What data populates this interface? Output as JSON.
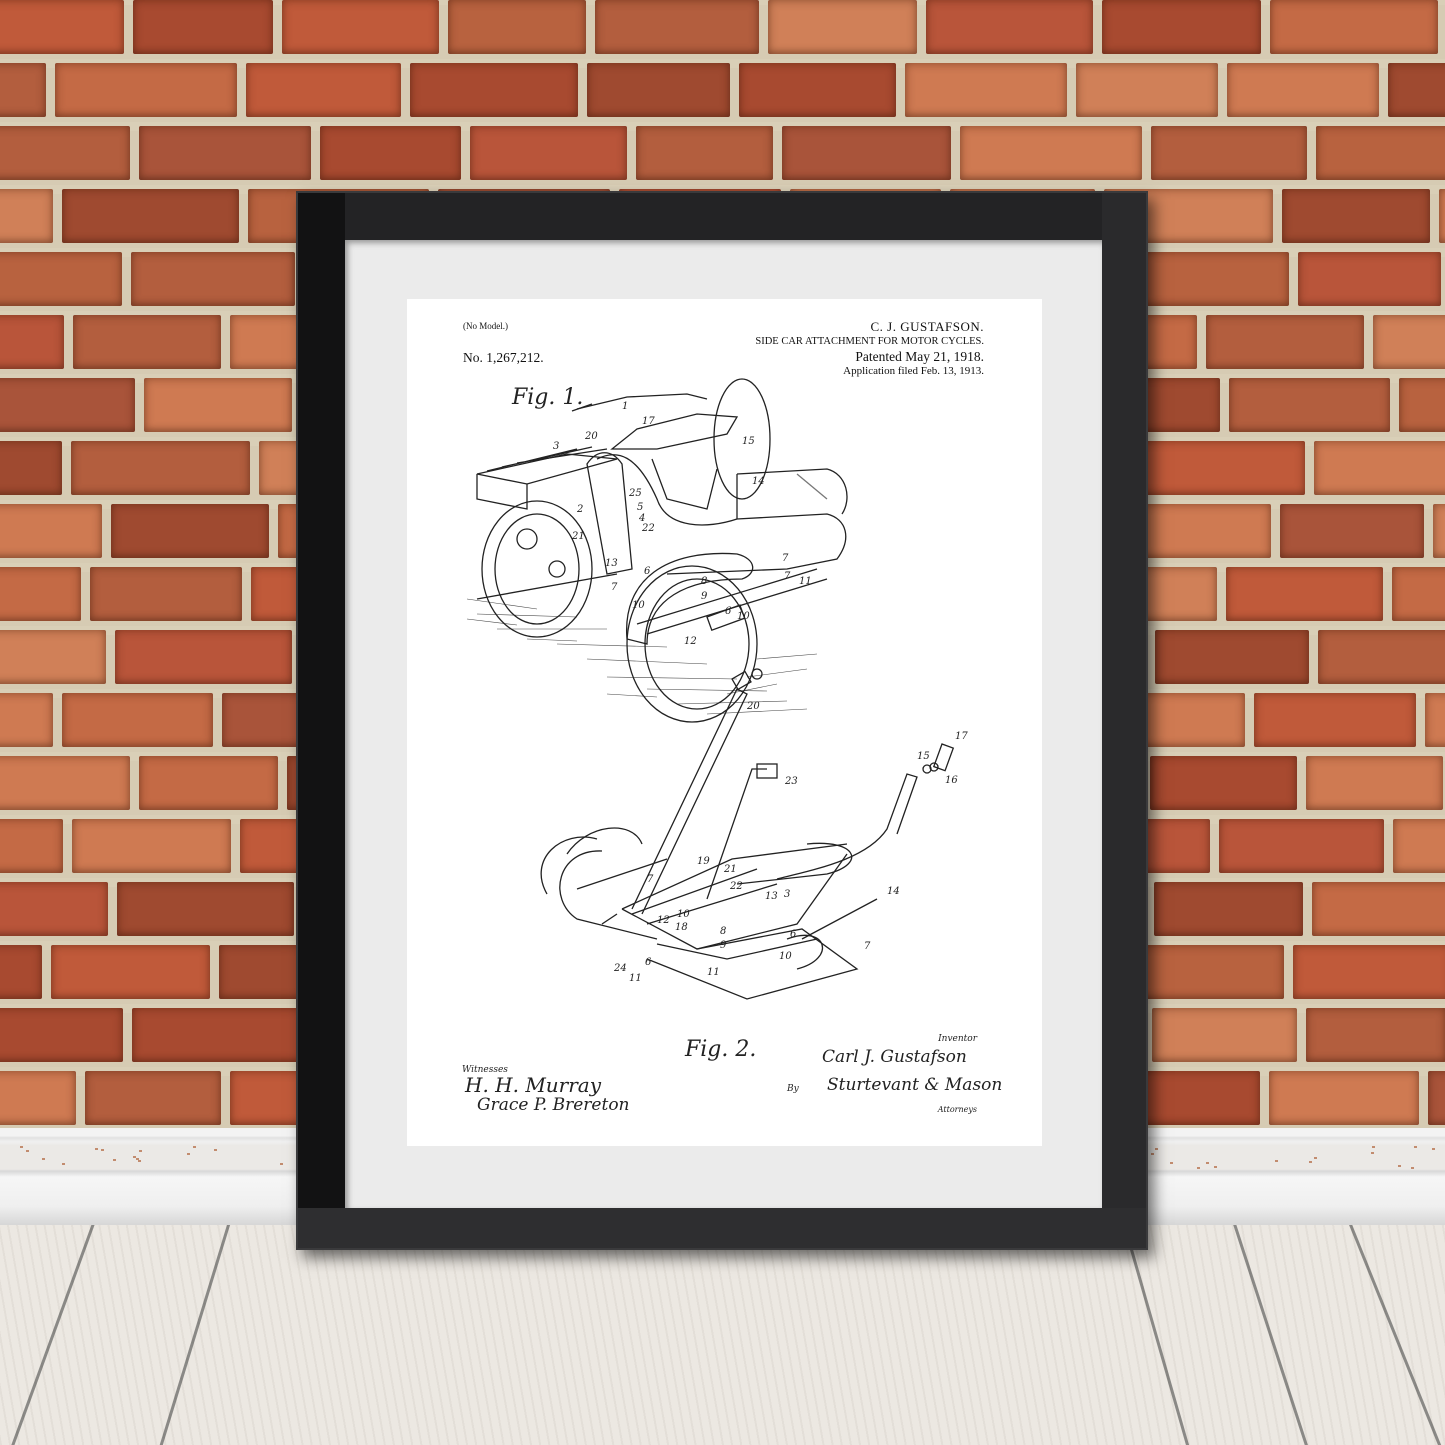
{
  "scene": {
    "description": "Framed patent print leaning on brick wall over white wood floor",
    "colors": {
      "brick_primary": "#b9553a",
      "mortar": "#d9cfb7",
      "frame": "#1e1e1f",
      "mat": "#ebebeb",
      "paper": "#ffffff",
      "baseboard": "#efefef",
      "floor": "#ece8e2"
    }
  },
  "patent": {
    "no_model": "(No Model.)",
    "inventor_name": "C. J. GUSTAFSON.",
    "title": "SIDE CAR ATTACHMENT FOR MOTOR CYCLES.",
    "patent_number": "No. 1,267,212.",
    "patented": "Patented May 21, 1918.",
    "application_filed": "Application filed Feb. 13, 1913.",
    "figures": {
      "fig1": "Fig. 1.",
      "fig2": "Fig. 2."
    },
    "fig1_refs": [
      "1",
      "17",
      "15",
      "20",
      "3",
      "14",
      "2",
      "25",
      "5",
      "4",
      "22",
      "21",
      "13",
      "6",
      "7",
      "8",
      "9",
      "10",
      "11",
      "12"
    ],
    "fig2_refs": [
      "20",
      "17",
      "15",
      "16",
      "23",
      "19",
      "21",
      "22",
      "13",
      "3",
      "14",
      "7",
      "10",
      "12",
      "18",
      "8",
      "6",
      "9",
      "11",
      "24",
      "10",
      "7"
    ],
    "signatures": {
      "inventor_label": "Inventor",
      "inventor_signature": "Carl J. Gustafson",
      "by_label": "By",
      "attorney_signature": "Sturtevant & Mason",
      "attorney_label": "Attorneys",
      "witnesses_label": "Witnesses",
      "witness_1": "H. H. Murray",
      "witness_2": "Grace P. Brereton"
    }
  }
}
